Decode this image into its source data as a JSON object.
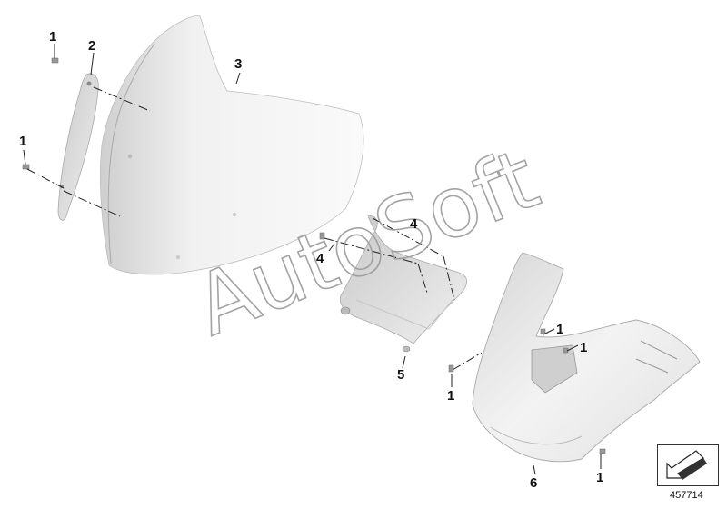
{
  "diagram": {
    "callouts": [
      {
        "id": "c1a",
        "text": "1"
      },
      {
        "id": "c2",
        "text": "2"
      },
      {
        "id": "c3",
        "text": "3"
      },
      {
        "id": "c1b",
        "text": "1"
      },
      {
        "id": "c4a",
        "text": "4"
      },
      {
        "id": "c4b",
        "text": "4"
      },
      {
        "id": "c5",
        "text": "5"
      },
      {
        "id": "c1c",
        "text": "1"
      },
      {
        "id": "c1d",
        "text": "1"
      },
      {
        "id": "c1e",
        "text": "1"
      },
      {
        "id": "c6",
        "text": "6"
      },
      {
        "id": "c1f",
        "text": "1"
      }
    ],
    "part_number": "457714"
  },
  "watermark": {
    "text": "AutoSoft"
  }
}
